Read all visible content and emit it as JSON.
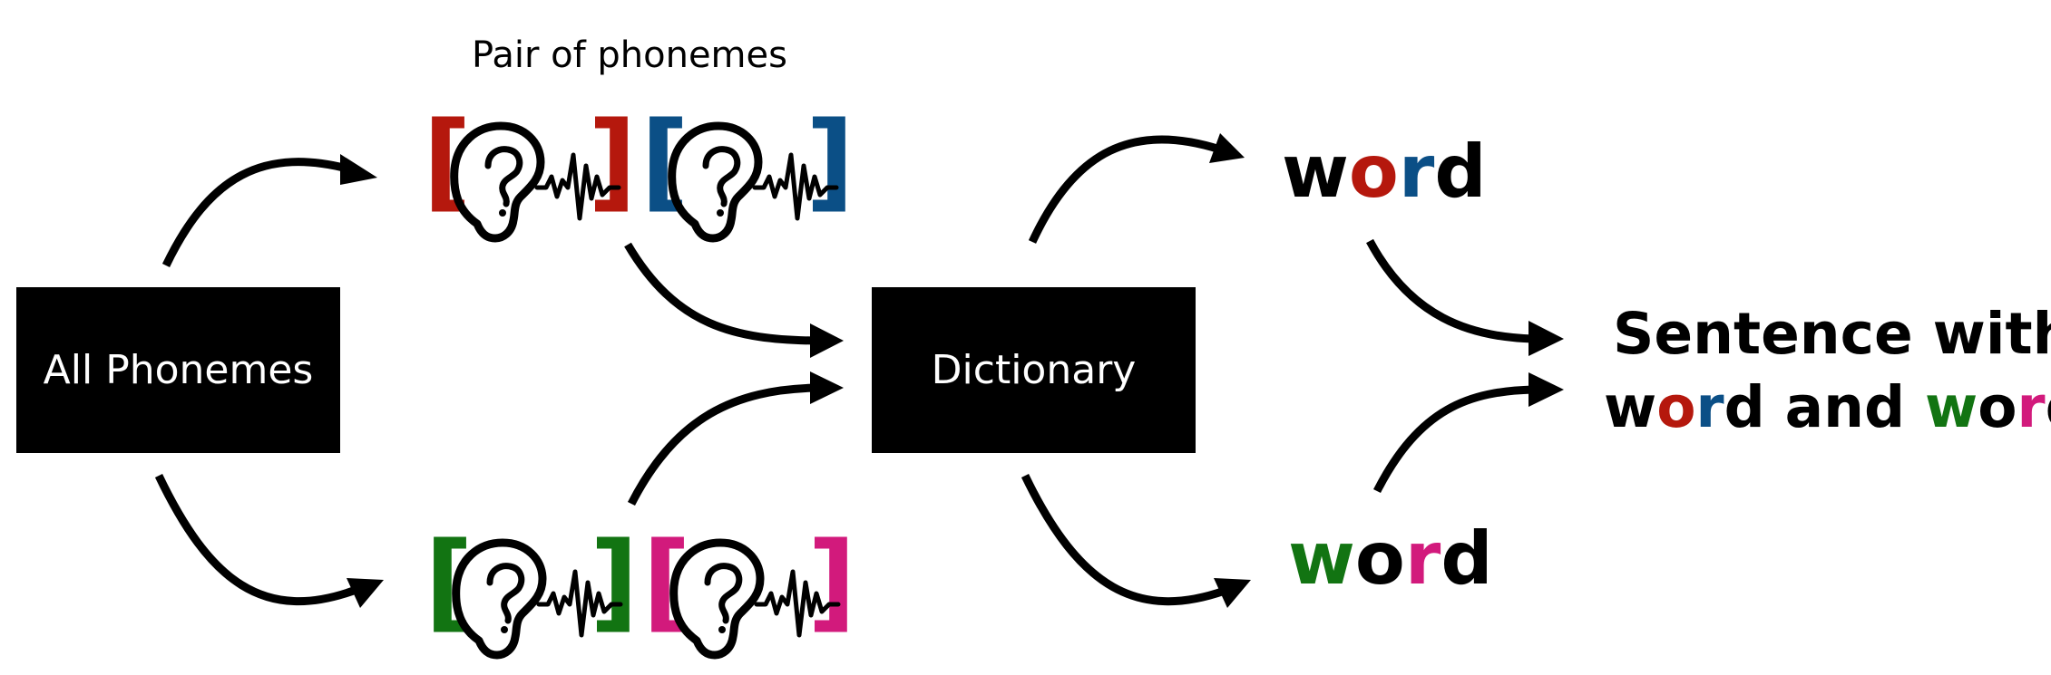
{
  "nodes": {
    "all_phonemes": "All Phonemes",
    "dictionary": "Dictionary"
  },
  "caption": "Pair of phonemes",
  "bracket_open": "[",
  "bracket_close": "]",
  "word_letters": [
    "w",
    "o",
    "r",
    "d"
  ],
  "word_and": "and",
  "sentence_line1": "Sentence with",
  "colors": {
    "red": "#b5180d",
    "blue": "#0b4f86",
    "green": "#127412",
    "pink": "#d21a7c",
    "black": "#000000"
  },
  "icons": [
    "ear-sound-icon"
  ]
}
